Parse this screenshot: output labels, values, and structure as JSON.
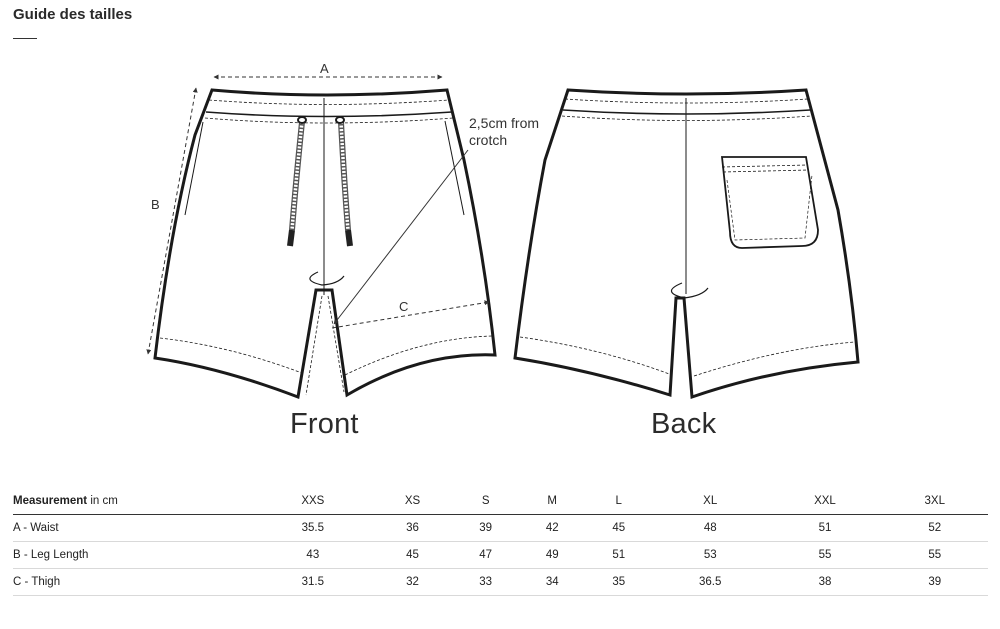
{
  "page": {
    "title": "Guide des tailles"
  },
  "illustration": {
    "front_label": "Front",
    "back_label": "Back",
    "dim_a": "A",
    "dim_b": "B",
    "dim_c": "C",
    "crotch_note": "2,5cm from crotch"
  },
  "table": {
    "header_measurement": "Measurement",
    "header_unit": " in cm",
    "sizes": [
      "XXS",
      "XS",
      "S",
      "M",
      "L",
      "XL",
      "XXL",
      "3XL"
    ],
    "rows": [
      {
        "label": "A - Waist",
        "values": [
          "35.5",
          "36",
          "39",
          "42",
          "45",
          "48",
          "51",
          "52"
        ]
      },
      {
        "label": "B - Leg Length",
        "values": [
          "43",
          "45",
          "47",
          "49",
          "51",
          "53",
          "55",
          "55"
        ]
      },
      {
        "label": "C - Thigh",
        "values": [
          "31.5",
          "32",
          "33",
          "34",
          "35",
          "36.5",
          "38",
          "39"
        ]
      }
    ]
  }
}
